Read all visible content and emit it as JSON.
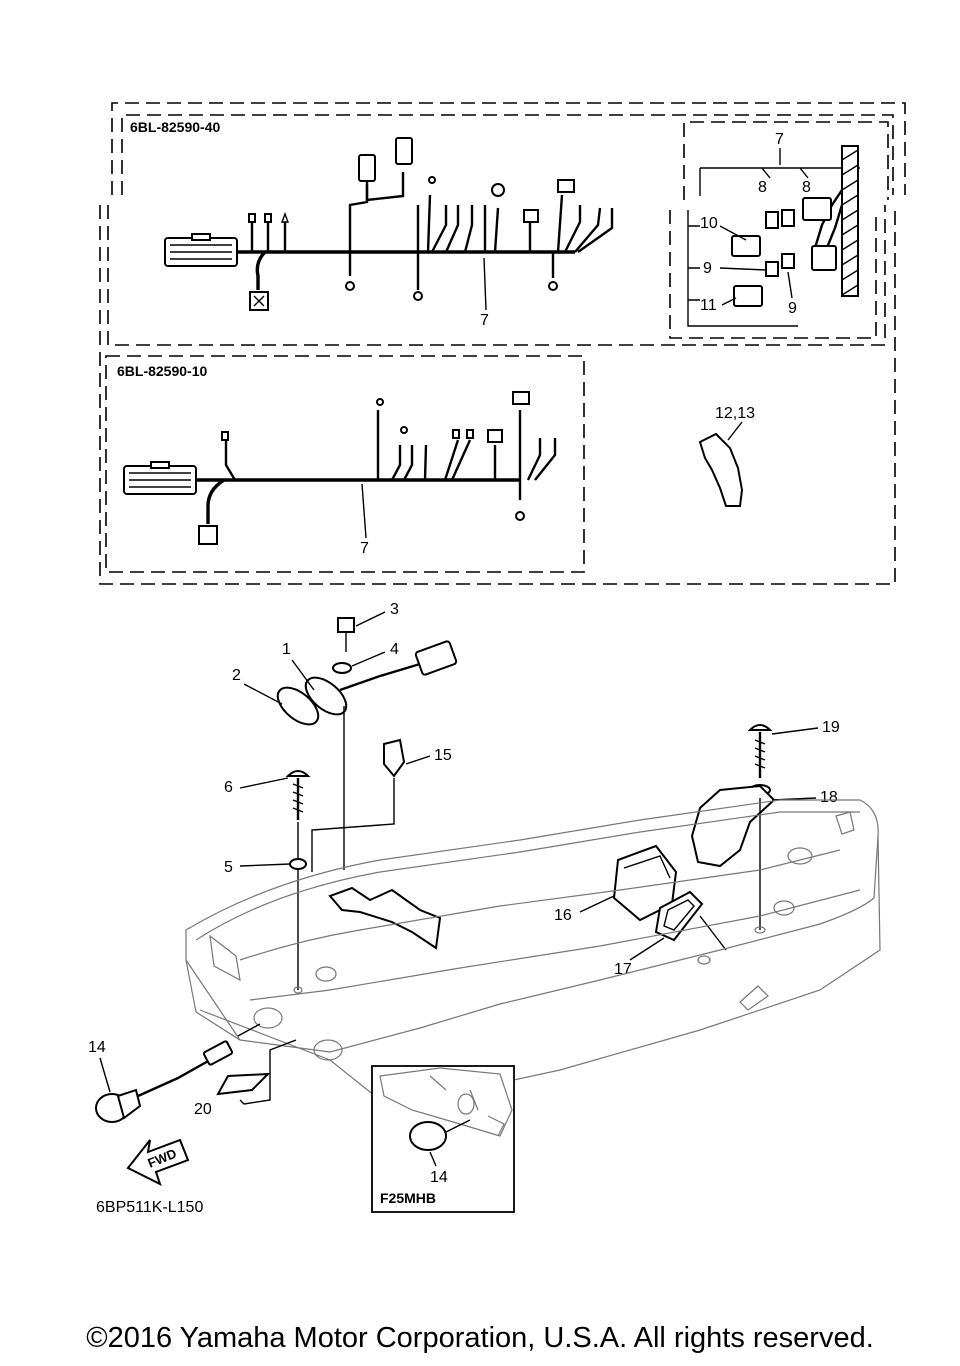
{
  "diagram": {
    "kit_codes": {
      "upper_harness": "6BL-82590-40",
      "lower_harness": "6BL-82590-10",
      "model_variant": "F25MHB"
    },
    "drawing_number": "6BP511K-L150",
    "fwd_label": "FWD",
    "callouts": {
      "c7_top": "7",
      "c8a": "8",
      "c8b": "8",
      "c10": "10",
      "c9a": "9",
      "c9b": "9",
      "c11": "11",
      "c7_upper": "7",
      "c7_lower": "7",
      "c12_13": "12,13",
      "c1": "1",
      "c2": "2",
      "c3": "3",
      "c4": "4",
      "c5": "5",
      "c6": "6",
      "c14": "14",
      "c14_inset": "14",
      "c15": "15",
      "c16": "16",
      "c17": "17",
      "c18": "18",
      "c19": "19",
      "c20": "20"
    }
  },
  "footer": {
    "copyright": "©2016 Yamaha Motor Corporation, U.S.A. All rights reserved."
  }
}
